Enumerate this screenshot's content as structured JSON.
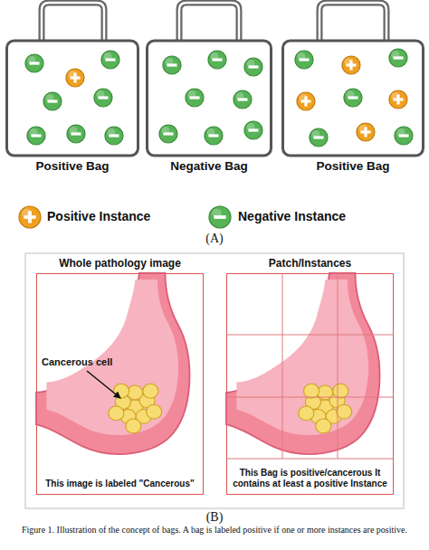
{
  "diagram": {
    "caption": "Figure 1. Illustration of the concept of bags. A bag is labeled positive if one or more instances are positive.",
    "nodes": [
      {
        "text": [
          "Positive Bag"
        ]
      },
      {
        "text": [
          "Negative Bag"
        ]
      },
      {
        "text": [
          "Positive Bag"
        ]
      },
      {
        "text": [
          "Whole pathology image",
          "This image is labeled \"Cancerous\""
        ]
      },
      {
        "text": [
          "Patch/Instances",
          "This Bag is positive/cancerous It contains at least a positive Instance"
        ]
      }
    ],
    "labels": [
      "(A)",
      "Cancerous cell",
      "(B)"
    ],
    "legend": [
      {
        "text": "Positive Instance"
      },
      {
        "text": "Negative Instance"
      }
    ]
  }
}
